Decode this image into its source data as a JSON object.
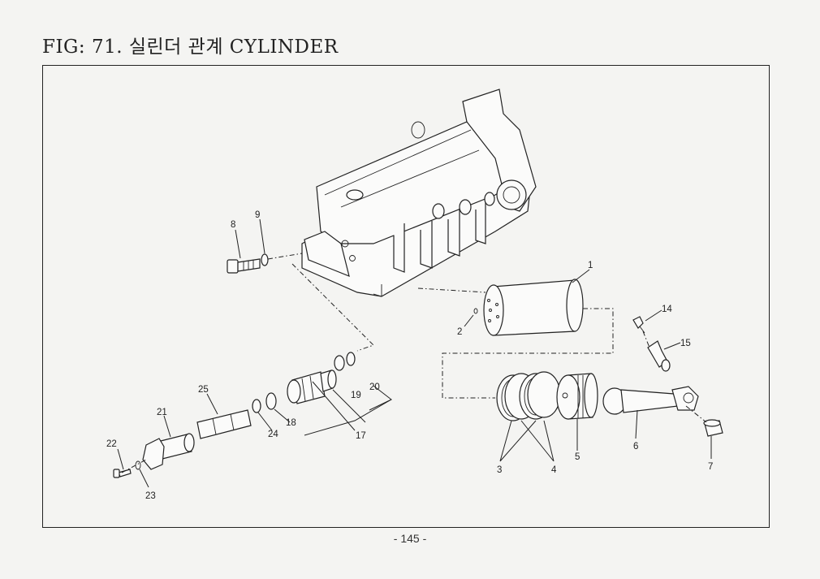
{
  "page": {
    "title": "FIG: 71. 실린더 관계 CYLINDER",
    "page_number": "- 145 -"
  },
  "callouts": [
    "1",
    "2",
    "3",
    "4",
    "5",
    "6",
    "7",
    "8",
    "9",
    "14",
    "15",
    "17",
    "18",
    "19",
    "20",
    "21",
    "22",
    "23",
    "24",
    "25"
  ]
}
